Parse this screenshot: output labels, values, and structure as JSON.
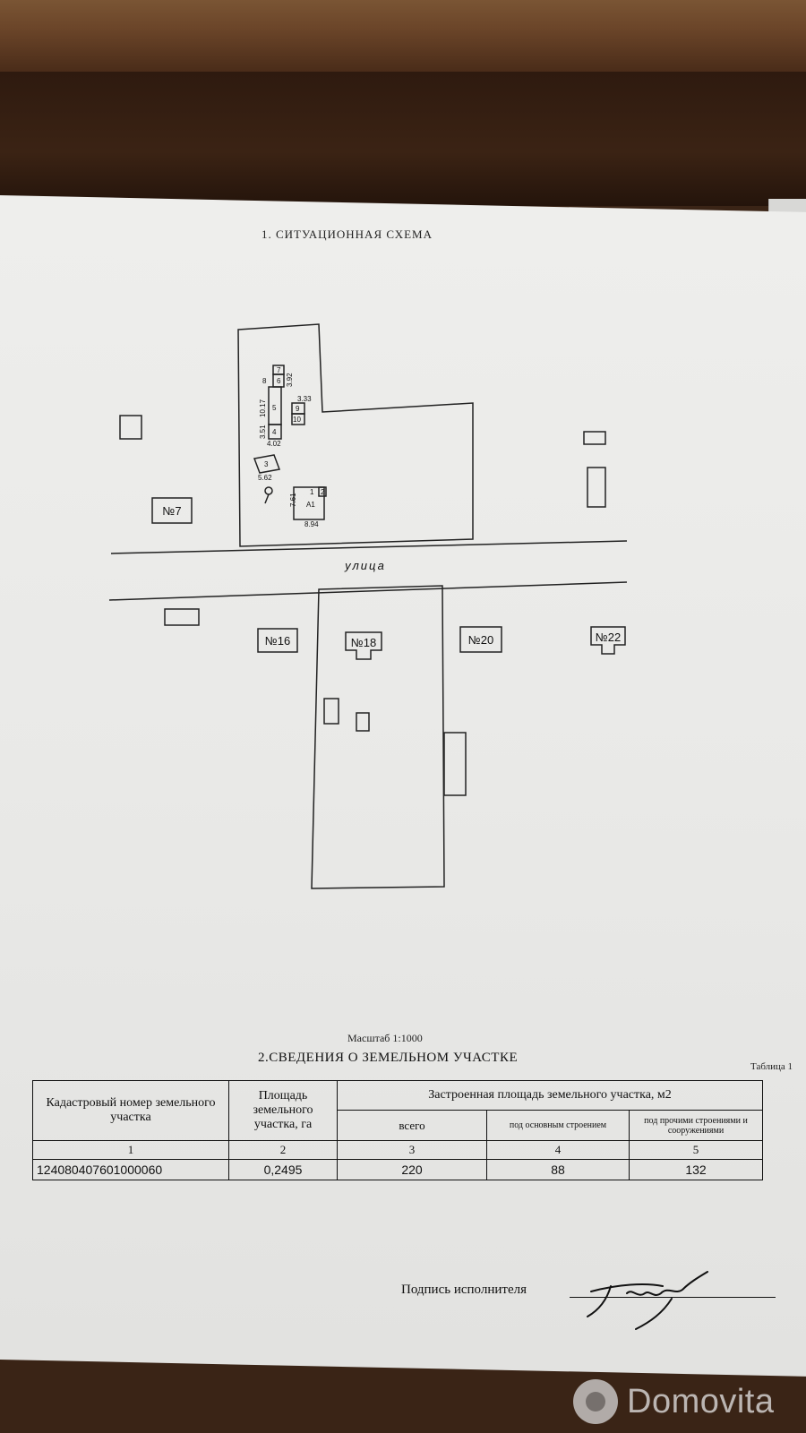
{
  "document": {
    "section1_title": "1. СИТУАЦИОННАЯ  СХЕМА",
    "street_label": "улица",
    "scale_label": "Масштаб 1:1000",
    "section2_title": "2.СВЕДЕНИЯ О ЗЕМЕЛЬНОМ УЧАСТКЕ",
    "table_label": "Таблица 1",
    "signature_label": "Подпись исполнителя"
  },
  "map": {
    "houses": [
      {
        "label": "№7"
      },
      {
        "label": "№16"
      },
      {
        "label": "№18"
      },
      {
        "label": "№20"
      },
      {
        "label": "№22"
      }
    ],
    "building_labels": [
      "А1",
      "1",
      "2",
      "3",
      "4",
      "5",
      "6",
      "7",
      "8",
      "9",
      "10"
    ],
    "dimension_labels": [
      "7.61",
      "8.94",
      "10.17",
      "3.92",
      "3.51",
      "4.02",
      "5.62",
      "3.33"
    ]
  },
  "land_table": {
    "headers": {
      "cadastral": "Кадастровый номер земельного участка",
      "area": "Площадь земельного участка, га",
      "built_area": "Застроенная площадь земельного участка, м2",
      "total": "всего",
      "main_building": "под основным строением",
      "other_buildings": "под прочими строениями и сооружениями"
    },
    "column_numbers": [
      "1",
      "2",
      "3",
      "4",
      "5"
    ],
    "row": {
      "cadastral_number": "124080407601000060",
      "area_ha": "0,2495",
      "total": "220",
      "main": "88",
      "other": "132"
    }
  },
  "watermark": {
    "text": "Domovita"
  }
}
